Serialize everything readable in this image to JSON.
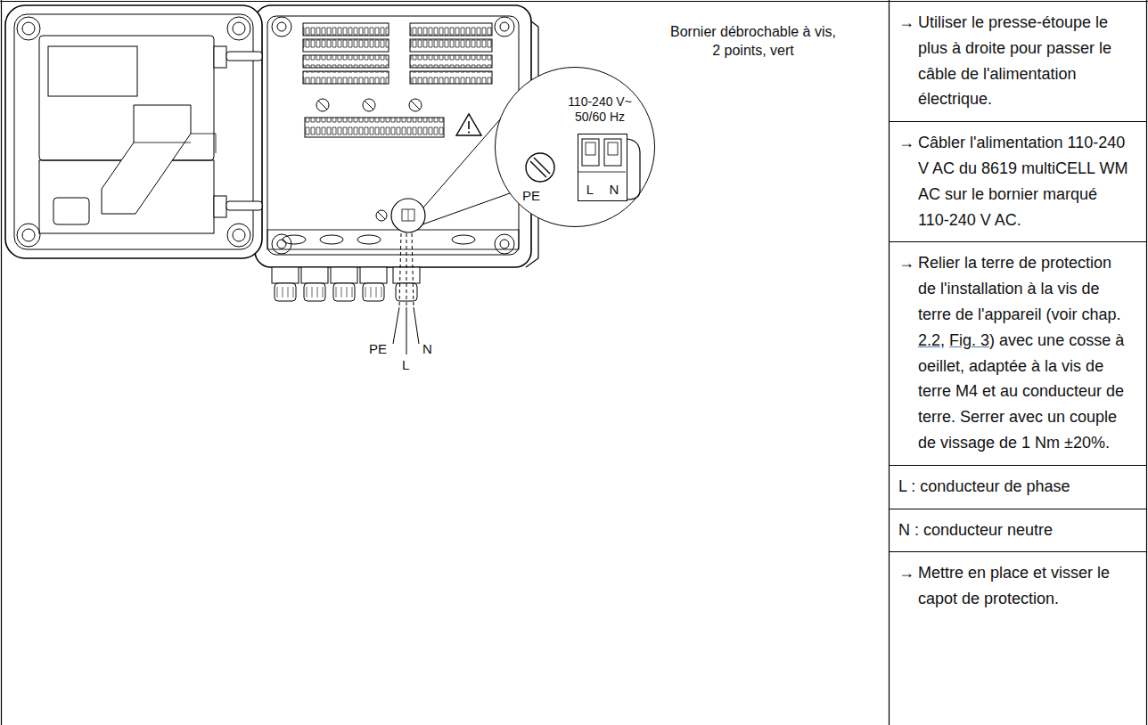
{
  "diagram": {
    "nodes": [
      {
        "text": [
          "110-240 V~ 50/60 Hz",
          "PE"
        ]
      },
      {
        "text": [
          "L",
          "N"
        ],
        "in": 0
      }
    ],
    "labels": [
      "Bornier débrochable à vis, 2 points, vert",
      "→",
      "Utiliser le presse-étoupe le plus à droite pour passer le câble de l'alimentation électrique.",
      "→",
      "Câbler l'alimentation 110-240 V AC du 8619 multiCELL WM AC sur le bornier marqué 110-240 V AC.",
      "→",
      "Relier la terre de protection de l'installation à la vis de terre de l'appareil (voir chap.",
      "2.2",
      ",",
      "Fig. 3",
      ") avec une cosse à oeillet, adaptée à la vis de terre M4 et au conducteur de terre. Serrer avec un couple de vissage de 1 Nm ±20%.",
      "L : conducteur de phase",
      "N : conducteur neutre",
      "→",
      "Mettre en place et visser le capot de protection.",
      "PE",
      "N",
      "L"
    ]
  }
}
